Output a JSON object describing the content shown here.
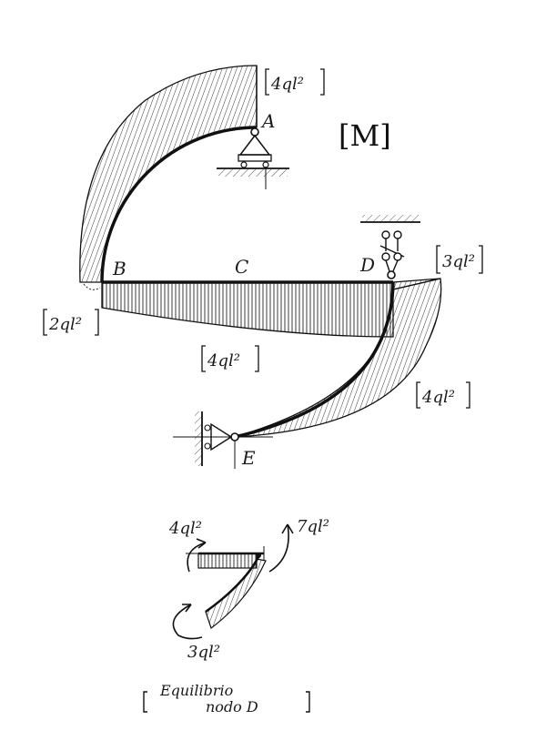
{
  "diagram": {
    "title_label": "[M]",
    "nodes": {
      "A": "A",
      "B": "B",
      "C": "C",
      "D": "D",
      "E": "E"
    },
    "moment_values": {
      "top_at_A": "4ql²",
      "left_at_B": "2ql²",
      "beam_mid": "4ql²",
      "right_at_D": "3ql²",
      "right_arc": "4ql²"
    },
    "equilibrium_detail": {
      "left_moment": "4ql²",
      "right_moment": "7ql²",
      "bottom_moment": "3ql²",
      "caption_line1": "Equilibrio",
      "caption_line2": "nodo D"
    }
  }
}
